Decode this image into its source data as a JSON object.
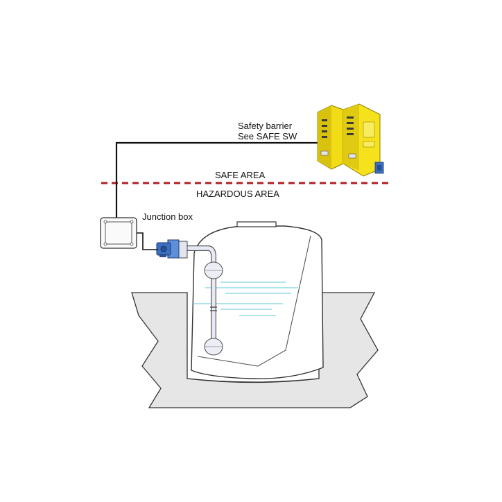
{
  "labels": {
    "safety_barrier_line1": "Safety barrier",
    "safety_barrier_line2": "See SAFE SW",
    "safe_area": "SAFE AREA",
    "hazardous_area": "HAZARDOUS AREA",
    "junction_box": "Junction box"
  },
  "colors": {
    "background": "#ffffff",
    "cable": "#111111",
    "boundary_line": "#b01e23",
    "ground_fill": "#e6e6e6",
    "tank_fill": "#ffffff",
    "liquid_lines": "#7fd3e0",
    "barrier_module": "#f2dc16",
    "sensor_head": "#3a6fc2",
    "probe_tube": "#e7e9f5"
  },
  "icons": {
    "barrier": "safety-barrier-module-icon",
    "junction": "junction-box-icon",
    "sensor": "level-sensor-head-icon"
  }
}
